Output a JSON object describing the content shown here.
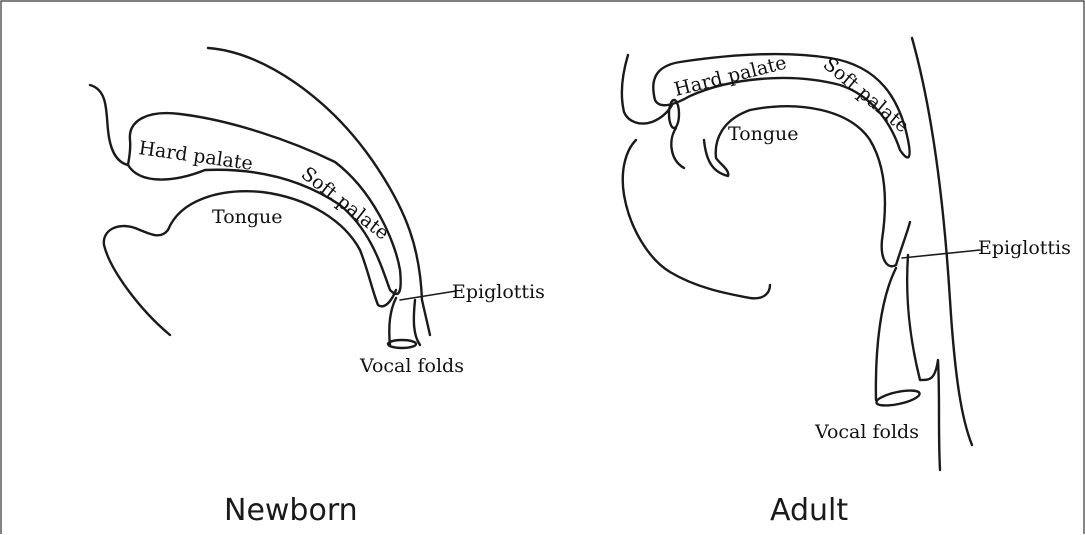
{
  "newborn": {
    "caption": "Newborn",
    "labels": {
      "hard_palate": "Hard palate",
      "soft_palate": "Soft palate",
      "tongue": "Tongue",
      "epiglottis": "Epiglottis",
      "vocal_folds": "Vocal folds"
    }
  },
  "adult": {
    "caption": "Adult",
    "labels": {
      "hard_palate": "Hard palate",
      "soft_palate": "Soft palate",
      "tongue": "Tongue",
      "epiglottis": "Epiglottis",
      "vocal_folds": "Vocal folds"
    }
  }
}
